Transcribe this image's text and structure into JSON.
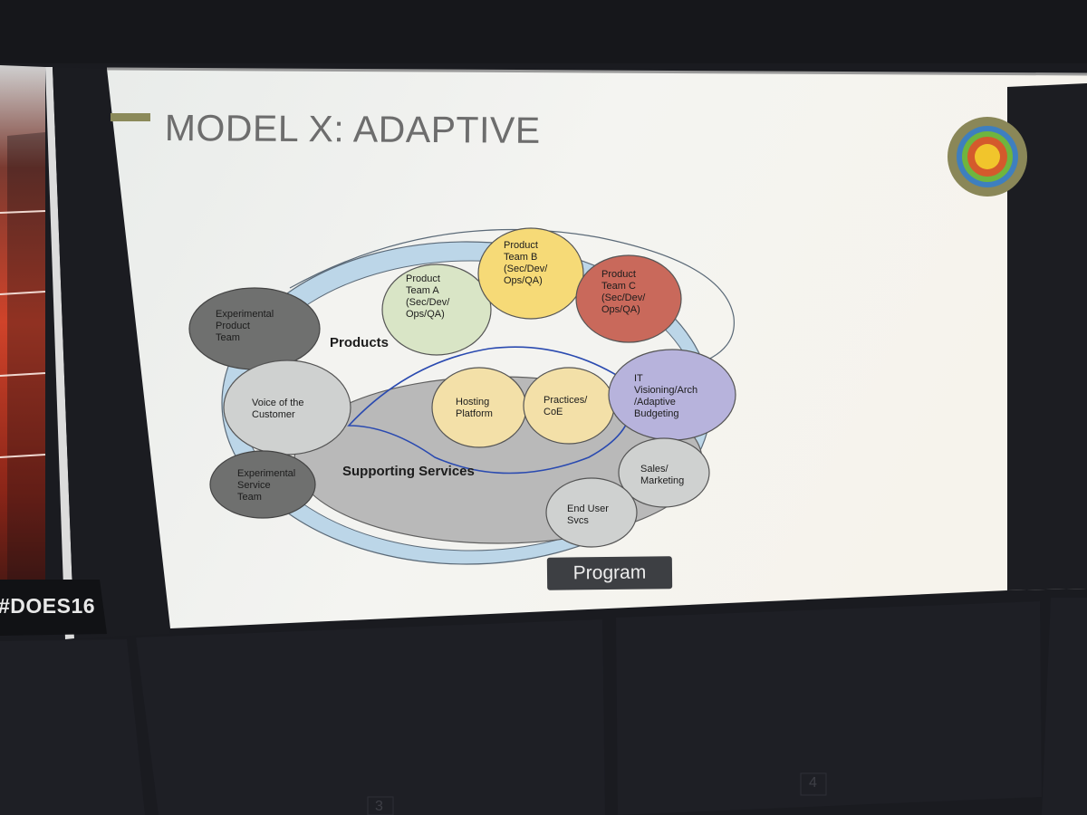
{
  "slide": {
    "title": "MODEL X: ADAPTIVE",
    "accent_color": "#8b8a5a"
  },
  "side_screen": {
    "hashtag": "#DOES16"
  },
  "screen_numbers": [
    "3",
    "4"
  ],
  "diagram": {
    "groups": {
      "products": "Products",
      "supporting_services": "Supporting Services"
    },
    "nodes": {
      "experimental_product_team": {
        "lines": [
          "Experimental",
          "Product",
          "Team"
        ],
        "color": "#6f706f"
      },
      "product_team_a": {
        "lines": [
          "Product",
          "Team A",
          "(Sec/Dev/",
          "Ops/QA)"
        ],
        "color": "#d9e5c6"
      },
      "product_team_b": {
        "lines": [
          "Product",
          "Team B",
          "(Sec/Dev/",
          "Ops/QA)"
        ],
        "color": "#f6da77"
      },
      "product_team_c": {
        "lines": [
          "Product",
          "Team C",
          "(Sec/Dev/",
          "Ops/QA)"
        ],
        "color": "#c9695b"
      },
      "voice_of_customer": {
        "lines": [
          "Voice of the",
          "Customer"
        ],
        "color": "#cfd1d0"
      },
      "hosting_platform": {
        "lines": [
          "Hosting",
          "Platform"
        ],
        "color": "#f3e0a8"
      },
      "practices_coe": {
        "lines": [
          "Practices/",
          "CoE"
        ],
        "color": "#f3e0a8"
      },
      "it_visioning": {
        "lines": [
          "IT",
          "Visioning/Arch",
          "/Adaptive",
          "Budgeting"
        ],
        "color": "#b7b3dc"
      },
      "experimental_service_team": {
        "lines": [
          "Experimental",
          "Service",
          "Team"
        ],
        "color": "#6f706f"
      },
      "sales_marketing": {
        "lines": [
          "Sales/",
          "Marketing"
        ],
        "color": "#cfd1d0"
      },
      "end_user_svcs": {
        "lines": [
          "End User",
          "Svcs"
        ],
        "color": "#cfd1d0"
      }
    },
    "program_label": "Program"
  },
  "colors": {
    "wall_background": "#1a1b20",
    "slide_background": "#f3f3f0",
    "outer_ring": "#bcd6e8",
    "services_ellipse": "#b9b9b9",
    "program_tag": "#3d3f43"
  }
}
